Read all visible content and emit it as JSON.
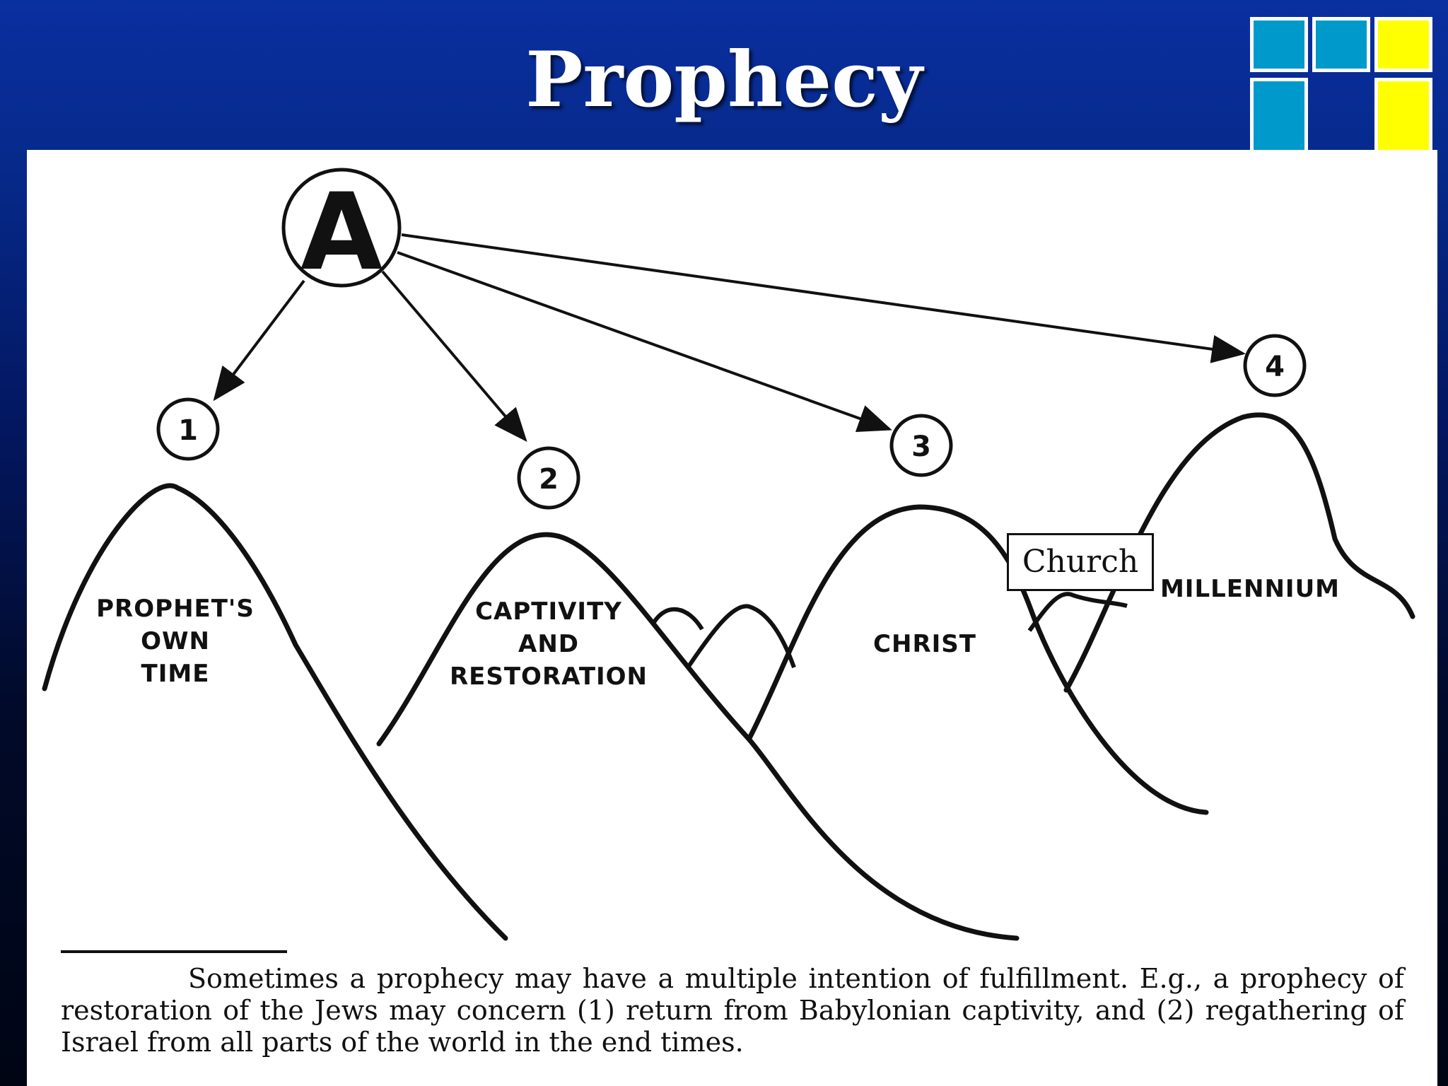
{
  "slide": {
    "title": "Prophecy",
    "colors": {
      "header_blue": "#0a2fa0",
      "logo_cyan": "#0099cc",
      "logo_yellow": "#ffff00"
    }
  },
  "diagram": {
    "source_label": "A",
    "targets": [
      {
        "number": "1",
        "label_lines": [
          "PROPHET'S",
          "OWN",
          "TIME"
        ]
      },
      {
        "number": "2",
        "label_lines": [
          "CAPTIVITY",
          "AND",
          "RESTORATION"
        ]
      },
      {
        "number": "3",
        "label_lines": [
          "CHRIST"
        ]
      },
      {
        "number": "4",
        "label_lines": [
          "MILLENNIUM"
        ]
      }
    ],
    "callout": "Church"
  },
  "footnote": "Sometimes a prophecy may have a multiple intention of fulfillment. E.g., a prophecy of restoration of the Jews may concern (1) return from Babylonian captivity, and (2) regathering of Israel from all parts of the world in the end times."
}
